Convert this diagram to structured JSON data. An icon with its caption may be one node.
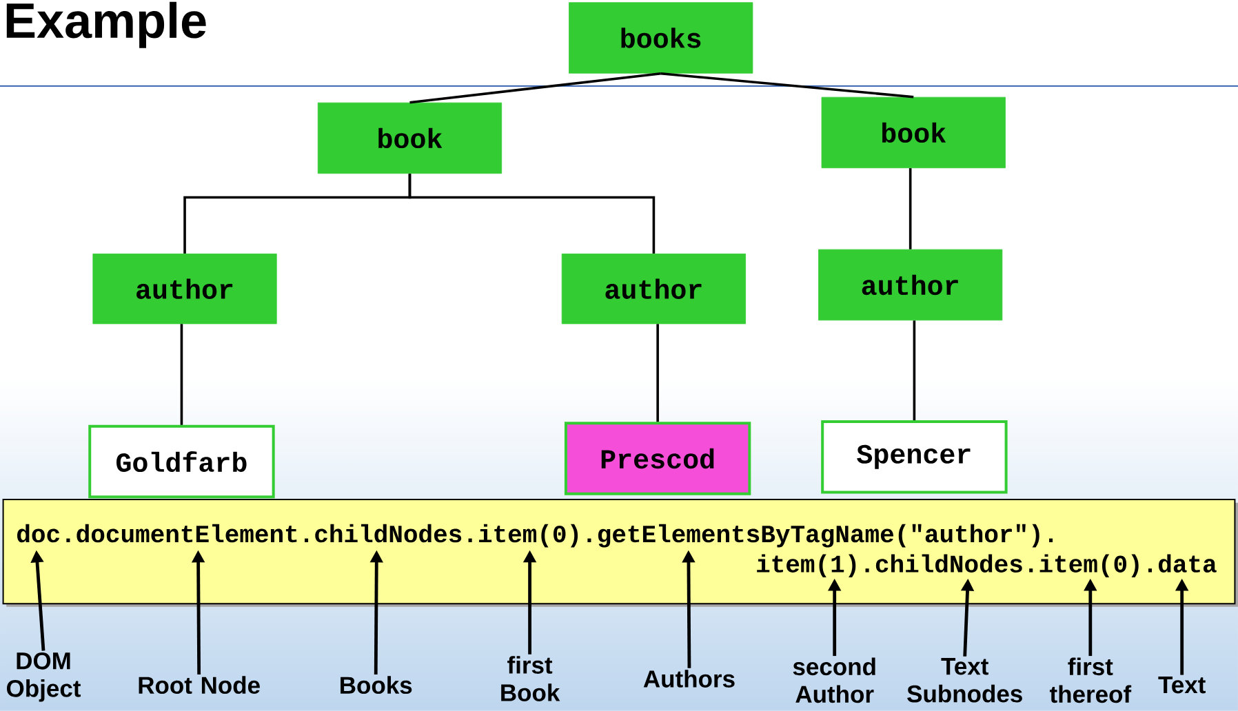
{
  "diagram": {
    "title": "Example",
    "nodes": [
      {
        "text": [
          "books"
        ]
      },
      {
        "text": [
          "book"
        ]
      },
      {
        "text": [
          "book"
        ]
      },
      {
        "text": [
          "author"
        ]
      },
      {
        "text": [
          "author"
        ]
      },
      {
        "text": [
          "author"
        ]
      },
      {
        "text": [
          "Goldfarb"
        ]
      },
      {
        "text": [
          "Prescod"
        ]
      },
      {
        "text": [
          "Spencer"
        ]
      },
      {
        "text": [
          "doc.documentElement.childNodes.item(0).getElementsByTagName(\"author\").",
          "item(1).childNodes.item(0).data"
        ]
      },
      {
        "text": [
          "DOM Object"
        ]
      },
      {
        "text": [
          "Root Node"
        ]
      },
      {
        "text": [
          "Books"
        ]
      },
      {
        "text": [
          "first Book"
        ]
      },
      {
        "text": [
          "Authors"
        ]
      },
      {
        "text": [
          "second Author"
        ]
      },
      {
        "text": [
          "Text Subnodes"
        ]
      },
      {
        "text": [
          "first thereof"
        ]
      },
      {
        "text": [
          "Text"
        ]
      }
    ],
    "edges": [
      {
        "from": 0,
        "to": 1,
        "arrow": "none"
      },
      {
        "from": 0,
        "to": 2,
        "arrow": "none"
      },
      {
        "from": 1,
        "to": 3,
        "arrow": "none"
      },
      {
        "from": 1,
        "to": 4,
        "arrow": "none"
      },
      {
        "from": 2,
        "to": 5,
        "arrow": "none"
      },
      {
        "from": 3,
        "to": 6,
        "arrow": "none"
      },
      {
        "from": 4,
        "to": 7,
        "arrow": "none"
      },
      {
        "from": 5,
        "to": 8,
        "arrow": "none"
      },
      {
        "from": 10,
        "to": 9,
        "arrow": "to"
      },
      {
        "from": 11,
        "to": 9,
        "arrow": "to"
      },
      {
        "from": 12,
        "to": 9,
        "arrow": "to"
      },
      {
        "from": 13,
        "to": 9,
        "arrow": "to"
      },
      {
        "from": 14,
        "to": 9,
        "arrow": "to"
      },
      {
        "from": 15,
        "to": 9,
        "arrow": "to"
      },
      {
        "from": 16,
        "to": 9,
        "arrow": "to"
      },
      {
        "from": 17,
        "to": 9,
        "arrow": "to"
      },
      {
        "from": 18,
        "to": 9,
        "arrow": "to"
      }
    ]
  }
}
